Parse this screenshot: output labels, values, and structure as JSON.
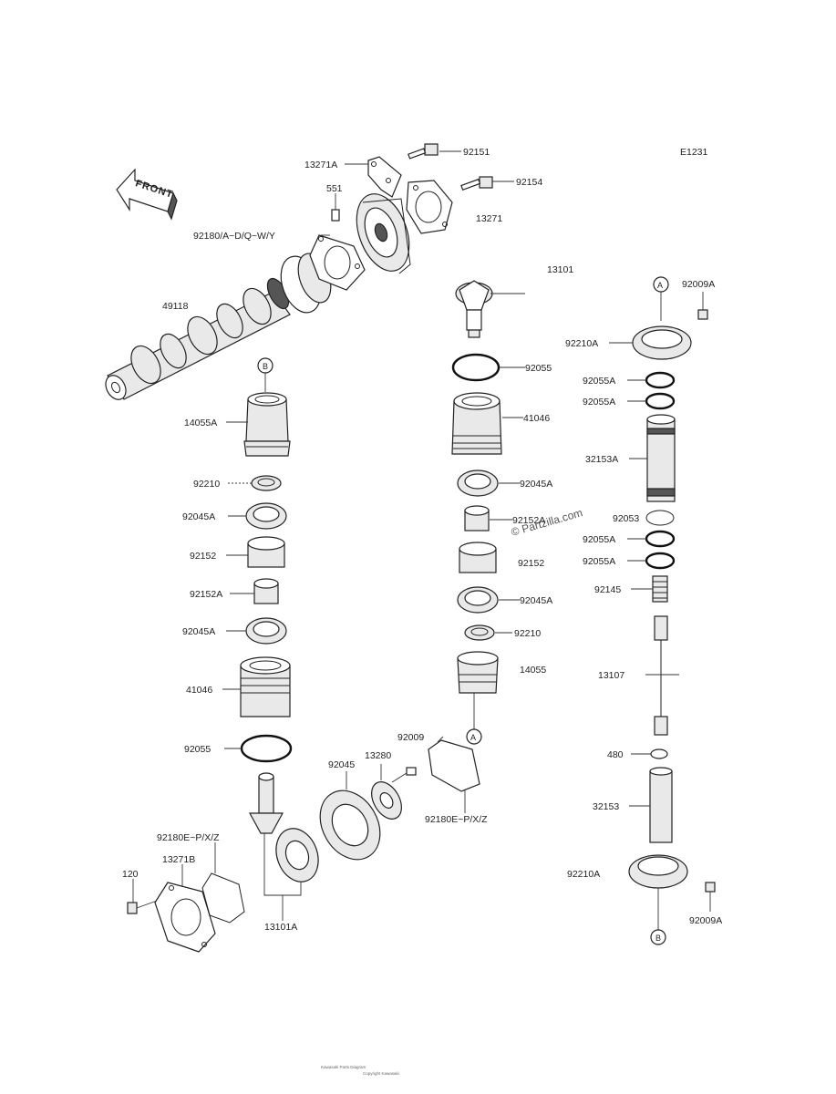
{
  "diagram_code": "E1231",
  "front_label": "FRONT",
  "watermark": "© Partzilla.com",
  "footer_lines": [
    "Kawasaki Parts Diagram",
    "Copyright Kawasaki"
  ],
  "callouts": {
    "A": "A",
    "B": "B"
  },
  "parts": {
    "p13271A": "13271A",
    "p92151": "92151",
    "p92154": "92154",
    "p551": "551",
    "p13271": "13271",
    "p92180AD": "92180/A~D/Q~W/Y",
    "p13101": "13101",
    "p49118": "49118",
    "p92009A_top": "92009A",
    "p92210A_top": "92210A",
    "p92055_c": "92055",
    "p92055A_1": "92055A",
    "p92055A_2": "92055A",
    "p14055A": "14055A",
    "p41046_c": "41046",
    "p32153A": "32153A",
    "p92210_l": "92210",
    "p92045A_c1": "92045A",
    "p92045A_l1": "92045A",
    "p92152A_c": "92152A",
    "p92053": "92053",
    "p92055A_3": "92055A",
    "p92055A_4": "92055A",
    "p92152_l": "92152",
    "p92152_c": "92152",
    "p92145": "92145",
    "p92152A_l": "92152A",
    "p92045A_c2": "92045A",
    "p92045A_l2": "92045A",
    "p92210_c": "92210",
    "p13107": "13107",
    "p14055": "14055",
    "p41046_l": "41046",
    "p92009": "92009",
    "p92055_l": "92055",
    "p480": "480",
    "p92045": "92045",
    "p13280": "13280",
    "p32153": "32153",
    "p92180EPXZ_l": "92180E~P/X/Z",
    "p92180EPXZ_c": "92180E~P/X/Z",
    "p13271B": "13271B",
    "p120": "120",
    "p92210A_bot": "92210A",
    "p13101A": "13101A",
    "p92009A_bot": "92009A"
  }
}
